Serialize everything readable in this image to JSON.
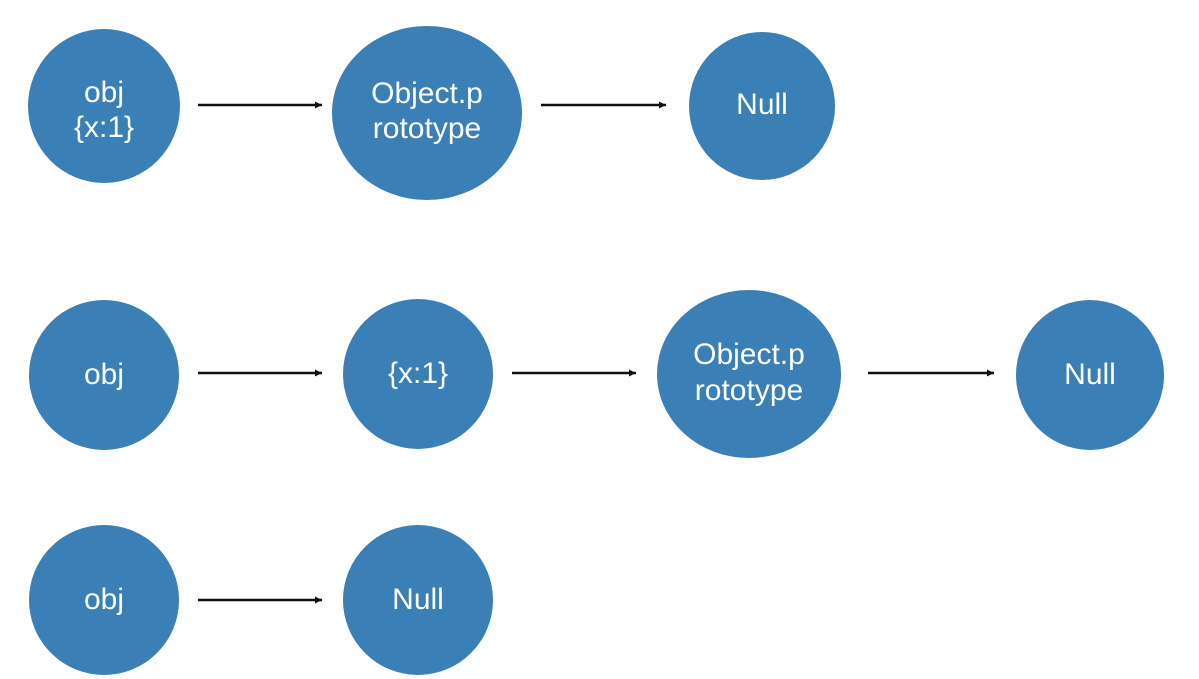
{
  "diagram": {
    "colors": {
      "node_fill": "#3a7fb5",
      "node_text": "#ffffff",
      "arrow": "#111111",
      "background": "#ffffff"
    },
    "chains": [
      {
        "nodes": [
          {
            "id": "r1n1",
            "lines": [
              "obj",
              "{x:1}"
            ]
          },
          {
            "id": "r1n2",
            "lines": [
              "Object.p",
              "rototype"
            ]
          },
          {
            "id": "r1n3",
            "lines": [
              "Null"
            ]
          }
        ],
        "edges": [
          {
            "from": "r1n1",
            "to": "r1n2"
          },
          {
            "from": "r1n2",
            "to": "r1n3"
          }
        ]
      },
      {
        "nodes": [
          {
            "id": "r2n1",
            "lines": [
              "obj"
            ]
          },
          {
            "id": "r2n2",
            "lines": [
              "{x:1}"
            ]
          },
          {
            "id": "r2n3",
            "lines": [
              "Object.p",
              "rototype"
            ]
          },
          {
            "id": "r2n4",
            "lines": [
              "Null"
            ]
          }
        ],
        "edges": [
          {
            "from": "r2n1",
            "to": "r2n2"
          },
          {
            "from": "r2n2",
            "to": "r2n3"
          },
          {
            "from": "r2n3",
            "to": "r2n4"
          }
        ]
      },
      {
        "nodes": [
          {
            "id": "r3n1",
            "lines": [
              "obj"
            ]
          },
          {
            "id": "r3n2",
            "lines": [
              "Null"
            ]
          }
        ],
        "edges": [
          {
            "from": "r3n1",
            "to": "r3n2"
          }
        ]
      }
    ]
  }
}
